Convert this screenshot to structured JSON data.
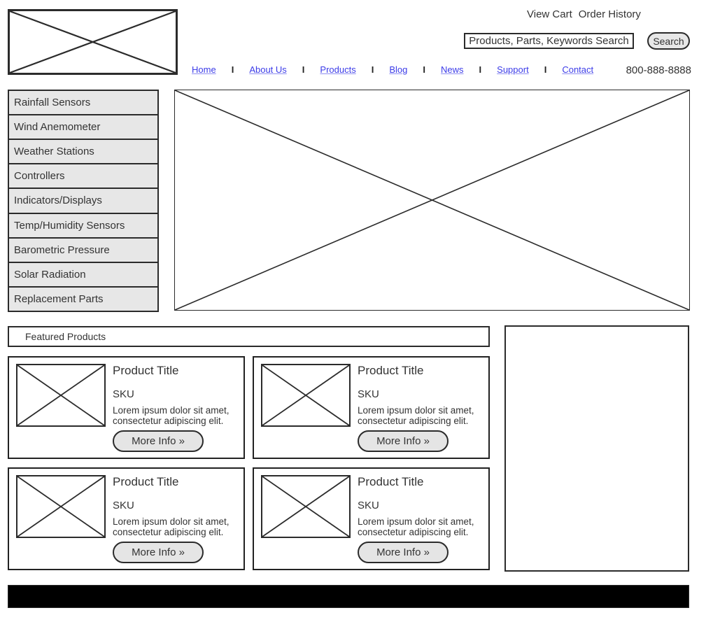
{
  "header": {
    "utility": {
      "view_cart": "View Cart",
      "order_history": "Order History"
    },
    "search": {
      "placeholder": "Products, Parts, Keywords Search",
      "button_label": "Search"
    },
    "phone": "800-888-8888",
    "nav_separator": "I",
    "nav": [
      "Home",
      "About Us",
      "Products",
      "Blog",
      "News",
      "Support",
      "Contact"
    ]
  },
  "sidebar": {
    "items": [
      "Rainfall Sensors",
      "Wind Anemometer",
      "Weather Stations",
      "Controllers",
      "Indicators/Displays",
      "Temp/Humidity Sensors",
      "Barometric Pressure",
      "Solar Radiation",
      "Replacement Parts"
    ]
  },
  "featured": {
    "heading": "Featured Products",
    "products": [
      {
        "title": "Product Title",
        "sku": "SKU",
        "description": "Lorem ipsum dolor sit amet, consectetur adipiscing elit.",
        "cta": "More Info »"
      },
      {
        "title": "Product Title",
        "sku": "SKU",
        "description": "Lorem ipsum dolor sit amet, consectetur adipiscing elit.",
        "cta": "More Info »"
      },
      {
        "title": "Product Title",
        "sku": "SKU",
        "description": "Lorem ipsum dolor sit amet, consectetur adipiscing elit.",
        "cta": "More Info »"
      },
      {
        "title": "Product Title",
        "sku": "SKU",
        "description": "Lorem ipsum dolor sit amet, consectetur adipiscing elit.",
        "cta": "More Info »"
      }
    ]
  },
  "icons": {
    "logo": "image-placeholder-x",
    "hero": "image-placeholder-x",
    "product_image": "image-placeholder-x"
  },
  "colors": {
    "link": "#3b3be8",
    "border": "#2b2b2b",
    "menu_fill": "#e7e7e7",
    "button_fill": "#e5e5e5",
    "footer": "#000000",
    "text": "#333333"
  }
}
